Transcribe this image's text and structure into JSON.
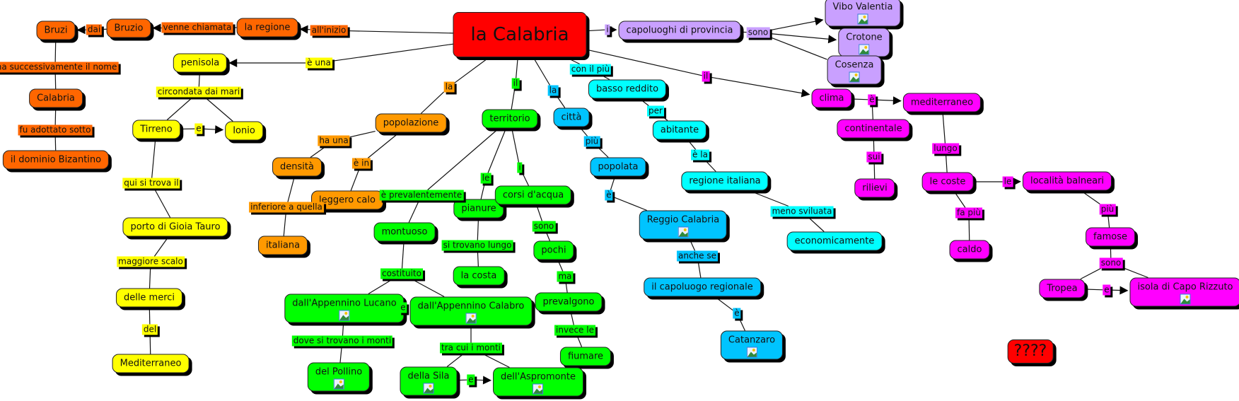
{
  "colors": {
    "root": "#ff0000",
    "history": "#ff6600",
    "population": "#ff9900",
    "geography": "#ffff00",
    "territory": "#00ff00",
    "city": "#00c4ff",
    "economy": "#00ffff",
    "provinces": "#c9a0ff",
    "climate": "#ff00ff"
  },
  "concepts": {
    "cal": "la Calabria",
    "reg": "la regione",
    "bruzio": "Bruzio",
    "bruzi": "Bruzi",
    "calab": "Calabria",
    "biz": "il dominio Bizantino",
    "pen": "penisola",
    "tir": "Tirreno",
    "ion": "Ionio",
    "porto": "porto di Gioia Tauro",
    "merci": "delle merci",
    "med": "Mediterraneo",
    "pop": "popolazione",
    "dens": "densità",
    "calo": "leggero calo",
    "ital": "italiana",
    "terr": "territorio",
    "mont": "montuoso",
    "pian": "pianure",
    "costa": "la costa",
    "corsi": "corsi d'acqua",
    "pochi": "pochi",
    "prevg": "prevalgono",
    "fium": "fiumare",
    "luc": "dall'Appennino Lucano",
    "calb": "dall'Appennino Calabro",
    "poll": "del Pollino",
    "sila": "della Sila",
    "asp": "dell'Aspromonte",
    "citta": "città",
    "popol": "popolata",
    "reggio": "Reggio Calabria",
    "capreg": "il capoluogo regionale",
    "catanz": "Catanzaro",
    "basso": "basso reddito",
    "abit": "abitante",
    "regit": "regione italiana",
    "econ": "economicamente",
    "capol": "capoluoghi di provincia",
    "vibo": "Vibo Valentia",
    "crot": "Crotone",
    "cos": "Cosenza",
    "clima": "clima",
    "medit": "mediterraneo",
    "cont": "continentale",
    "ril": "rilievi",
    "coste": "le coste",
    "caldo": "caldo",
    "loc": "località balneari",
    "fam": "famose",
    "trop": "Tropea",
    "isola": "isola di Capo Rizzuto",
    "q": "????"
  },
  "links": {
    "iniz": "all'inizio",
    "venne": "venne chiamata",
    "dai": "dai",
    "ma": "ma successivamente il nome",
    "fu": "fu adottato sotto",
    "una": "è una",
    "circ": "circondata dai mari",
    "e1": "e",
    "qui": "qui si trova il",
    "magg": "maggiore scalo",
    "del": "del",
    "la1": "la",
    "hauna": "ha una",
    "ein": "è in",
    "inf": "inferiore a quella",
    "il1": "il",
    "prev": "è prevalentemente",
    "le1": "le",
    "i1": "i",
    "trov": "si trovano lungo",
    "sono1": "sono",
    "cost": "costituito",
    "e2": "e",
    "dove": "dove si trovano i monti",
    "tra": "tra cui i monti",
    "e3": "e",
    "ma2": "ma",
    "inv": "invece le",
    "la2": "la",
    "piu1": "più",
    "e4": "è",
    "anche": "anche se",
    "e5": "è",
    "conil": "con il più",
    "per": "per",
    "ela": "è la",
    "meno": "meno sviluata",
    "i2": "i",
    "sono2": "sono",
    "il2": "il",
    "e6": "è",
    "sui": "sui",
    "lungo": "lungo",
    "le2": "le",
    "fapiu": "fa più",
    "piu2": "più",
    "sono3": "sono",
    "e7": "e"
  }
}
